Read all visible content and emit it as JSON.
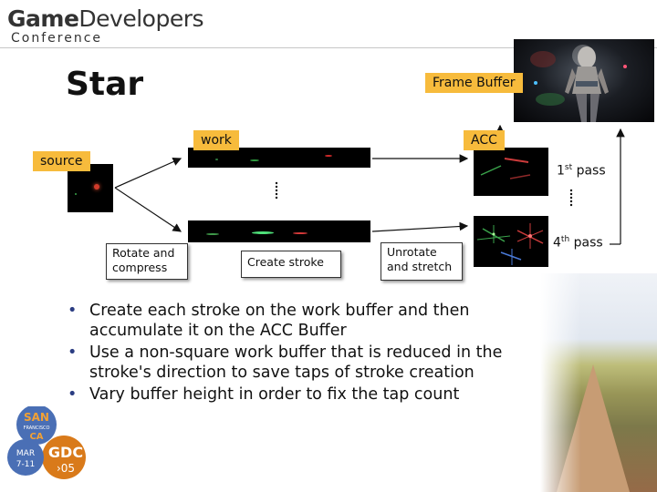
{
  "header": {
    "logo_main_bold": "Game",
    "logo_main_rest": "Developers",
    "logo_sub": "Conference"
  },
  "slide": {
    "title": "Star",
    "tags": {
      "frame_buffer": "Frame Buffer",
      "work": "work",
      "acc": "ACC",
      "source": "source"
    },
    "pass_labels": {
      "first_num": "1",
      "first_sup": "st",
      "first_rest": " pass",
      "fourth_num": "4",
      "fourth_sup": "th",
      "fourth_rest": " pass"
    },
    "steps": {
      "rotate_line1": "Rotate and",
      "rotate_line2": "compress",
      "create_stroke": "Create stroke",
      "unrotate_line1": "Unrotate",
      "unrotate_line2": "and stretch"
    },
    "bullets": [
      "Create each stroke on the work buffer and then accumulate it on the ACC Buffer",
      "Use a non-square work buffer that is reduced in the stroke's direction to save taps of stroke creation",
      "Vary buffer height in order to fix the tap count"
    ]
  },
  "badge": {
    "city_line1": "SAN",
    "city_line2": "FRANCISCO",
    "state": "CA",
    "month": "MAR",
    "dates": "7-11",
    "event": "GDC",
    "year": "›05"
  },
  "colors": {
    "tag_fill": "#f7bb3c",
    "bullet_color": "#2b3d82",
    "badge_orange": "#d97a1a",
    "badge_blue": "#4a6fb5"
  }
}
